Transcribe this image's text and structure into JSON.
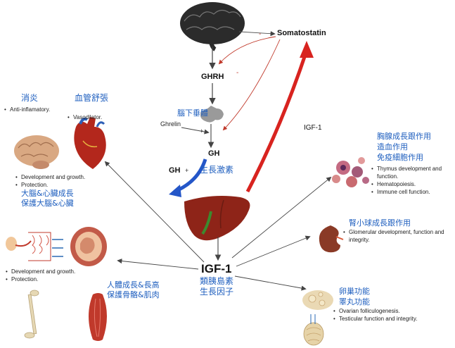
{
  "hormones": {
    "somatostatin": "Somatostatin",
    "ghrh": "GHRH",
    "pituitary_cn": "腦下垂體",
    "ghrelin": "Ghrelin",
    "gh_top": "GH",
    "gh_left": "GH",
    "gh_cn": "生長激素",
    "igf1_side": "IGF-1",
    "minus_1": "-",
    "minus_2": "-",
    "plus_1": "+",
    "plus_2": "+"
  },
  "igf1": {
    "title": "IGF-1",
    "cn_line1": "類胰島素",
    "cn_line2": "生長因子"
  },
  "top_left": {
    "anti_cn": "消炎",
    "anti_en": "Anti-inflamatory.",
    "vaso_cn": "血管舒張",
    "vaso_en": "Vasodilator.",
    "bullets": [
      "Development and growth.",
      "Protection."
    ],
    "cn_line1": "大腦&心臟成長",
    "cn_line2": "保護大腦&心臟"
  },
  "bottom_left": {
    "bullets": [
      "Development and growth.",
      "Protection."
    ],
    "cn_line1": "人體成長&長高",
    "cn_line2": "保護骨骼&肌肉"
  },
  "right_top": {
    "cn_lines": [
      "胸腺成長跟作用",
      "造血作用",
      "免疫細胞作用"
    ],
    "bullets": [
      "Thymus development and function.",
      "Hematopoiesis.",
      "Immune cell function."
    ]
  },
  "right_mid": {
    "cn": "腎小球成長跟作用",
    "bullets": [
      "Glomerular development, function and integrity."
    ]
  },
  "right_bottom": {
    "cn_lines": [
      "卵巢功能",
      "睪丸功能"
    ],
    "bullets": [
      "Ovarian folliculogenesis.",
      "Testicular function and integrity."
    ]
  },
  "colors": {
    "blue_text": "#1f5fbf",
    "red_arrow": "#d8231f",
    "blue_arrow": "#2456c8",
    "liver": "#8e2418"
  }
}
